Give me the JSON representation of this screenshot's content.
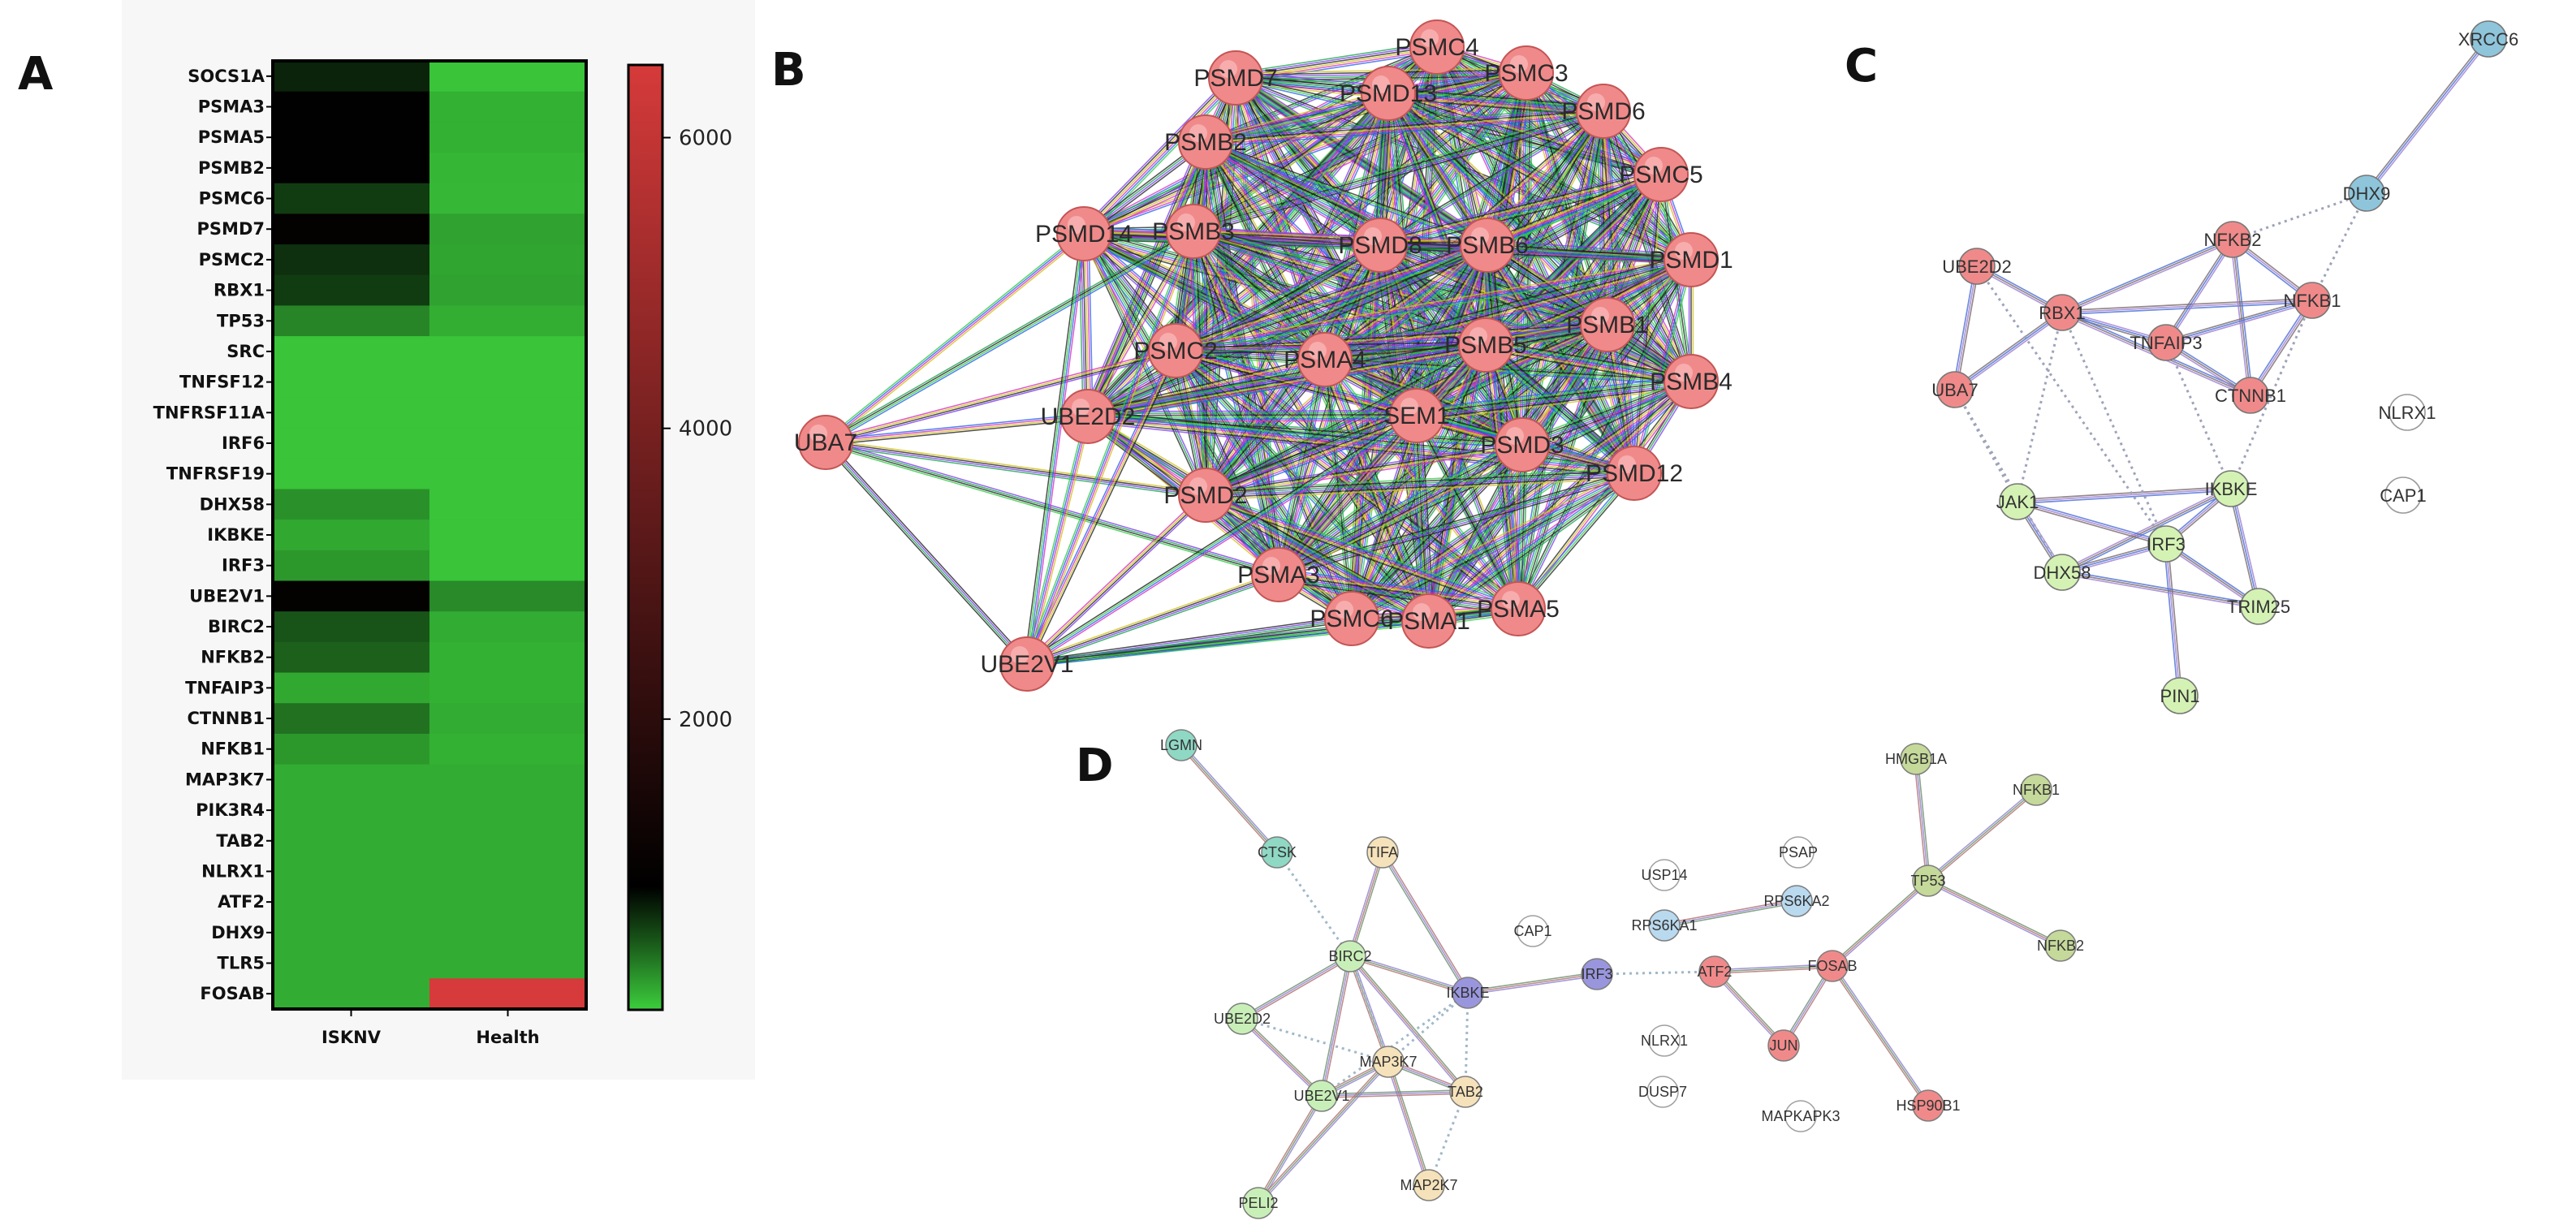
{
  "panels": {
    "A": "A",
    "B": "B",
    "C": "C",
    "D": "D"
  },
  "heatmap": {
    "genes": [
      "SOCS1A",
      "PSMA3",
      "PSMA5",
      "PSMB2",
      "PSMC6",
      "PSMD7",
      "PSMC2",
      "RBX1",
      "TP53",
      "SRC",
      "TNFSF12",
      "TNFRSF11A",
      "IRF6",
      "TNFRSF19",
      "DHX58",
      "IKBKE",
      "IRF3",
      "UBE2V1",
      "BIRC2",
      "NFKB2",
      "TNFAIP3",
      "CTNNB1",
      "NFKB1",
      "MAP3K7",
      "PIK3R4",
      "TAB2",
      "NLRX1",
      "ATF2",
      "DHX9",
      "TLR5",
      "FOSAB"
    ],
    "columns": [
      "ISKNV",
      "Health"
    ],
    "values": [
      [
        700,
        40
      ],
      [
        900,
        120
      ],
      [
        900,
        120
      ],
      [
        900,
        100
      ],
      [
        600,
        90
      ],
      [
        950,
        180
      ],
      [
        650,
        170
      ],
      [
        600,
        180
      ],
      [
        300,
        130
      ],
      [
        40,
        40
      ],
      [
        40,
        40
      ],
      [
        40,
        40
      ],
      [
        40,
        40
      ],
      [
        40,
        40
      ],
      [
        250,
        40
      ],
      [
        150,
        40
      ],
      [
        220,
        40
      ],
      [
        950,
        280
      ],
      [
        500,
        140
      ],
      [
        450,
        120
      ],
      [
        150,
        120
      ],
      [
        380,
        140
      ],
      [
        220,
        120
      ],
      [
        140,
        140
      ],
      [
        140,
        140
      ],
      [
        140,
        140
      ],
      [
        140,
        140
      ],
      [
        140,
        140
      ],
      [
        140,
        140
      ],
      [
        140,
        140
      ],
      [
        140,
        6500
      ]
    ],
    "colorbar": {
      "min": 0,
      "max": 6500,
      "ticks": [
        2000,
        4000,
        6000
      ],
      "tick_labels": [
        "2000",
        "4000",
        "6000"
      ],
      "low_color": "#3cce3c",
      "mid_color": "#000000",
      "high_color": "#d63a3a"
    }
  },
  "networkB": {
    "node_color": "#f08a8a",
    "nodes": [
      "PSMC4",
      "PSMD7",
      "PSMC3",
      "PSMD13",
      "PSMD6",
      "PSMB2",
      "PSMC5",
      "PSMD14",
      "PSMB3",
      "PSMD8",
      "PSMB6",
      "PSMD1",
      "PSMB1",
      "PSMC2",
      "PSMA4",
      "PSMB5",
      "PSMB4",
      "UBA7",
      "UBE2D2",
      "SEM1",
      "PSMD3",
      "PSMD12",
      "PSMD2",
      "PSMA3",
      "PSMC6",
      "PSMA1",
      "PSMA5",
      "UBE2V1"
    ]
  },
  "networkC": {
    "colors": {
      "red": "#f08a8a",
      "green": "#d4f2b4",
      "blue": "#8ec5db",
      "white": "#ffffff"
    },
    "nodes": [
      {
        "label": "XRCC6",
        "color": "blue"
      },
      {
        "label": "DHX9",
        "color": "blue"
      },
      {
        "label": "NFKB2",
        "color": "red"
      },
      {
        "label": "UBE2D2",
        "color": "red"
      },
      {
        "label": "RBX1",
        "color": "red"
      },
      {
        "label": "NFKB1",
        "color": "red"
      },
      {
        "label": "TNFAIP3",
        "color": "red"
      },
      {
        "label": "UBA7",
        "color": "red"
      },
      {
        "label": "CTNNB1",
        "color": "red"
      },
      {
        "label": "NLRX1",
        "color": "white"
      },
      {
        "label": "CAP1",
        "color": "white"
      },
      {
        "label": "IKBKE",
        "color": "green"
      },
      {
        "label": "JAK1",
        "color": "green"
      },
      {
        "label": "IRF3",
        "color": "green"
      },
      {
        "label": "DHX58",
        "color": "green"
      },
      {
        "label": "TRIM25",
        "color": "green"
      },
      {
        "label": "PIN1",
        "color": "green"
      }
    ]
  },
  "networkD": {
    "colors": {
      "teal": "#8fd8c4",
      "yellow": "#f6e2ba",
      "green": "#c9efb8",
      "purple": "#9a96de",
      "white": "#ffffff",
      "lightblue": "#b9d9ef",
      "red": "#f08a8a",
      "olive": "#c5d99a"
    },
    "nodes": [
      {
        "label": "LGMN",
        "color": "teal"
      },
      {
        "label": "CTSK",
        "color": "teal"
      },
      {
        "label": "TIFA",
        "color": "yellow"
      },
      {
        "label": "BIRC2",
        "color": "green"
      },
      {
        "label": "UBE2D2",
        "color": "green"
      },
      {
        "label": "IKBKE",
        "color": "purple"
      },
      {
        "label": "IRF3",
        "color": "purple"
      },
      {
        "label": "CAP1",
        "color": "white"
      },
      {
        "label": "USP14",
        "color": "white"
      },
      {
        "label": "PSAP",
        "color": "white"
      },
      {
        "label": "RPS6KA1",
        "color": "lightblue"
      },
      {
        "label": "RPS6KA2",
        "color": "lightblue"
      },
      {
        "label": "MAP3K7",
        "color": "yellow"
      },
      {
        "label": "TAB2",
        "color": "yellow"
      },
      {
        "label": "UBE2V1",
        "color": "green"
      },
      {
        "label": "MAP2K7",
        "color": "yellow"
      },
      {
        "label": "PELI2",
        "color": "green"
      },
      {
        "label": "ATF2",
        "color": "red"
      },
      {
        "label": "FOSAB",
        "color": "red"
      },
      {
        "label": "JUN",
        "color": "red"
      },
      {
        "label": "HSP90B1",
        "color": "red"
      },
      {
        "label": "NLRX1",
        "color": "white"
      },
      {
        "label": "DUSP7",
        "color": "white"
      },
      {
        "label": "MAPKAPK3",
        "color": "white"
      },
      {
        "label": "TP53",
        "color": "olive"
      },
      {
        "label": "HMGB1A",
        "color": "olive"
      },
      {
        "label": "NFKB1",
        "color": "olive"
      },
      {
        "label": "NFKB2",
        "color": "olive"
      }
    ]
  }
}
